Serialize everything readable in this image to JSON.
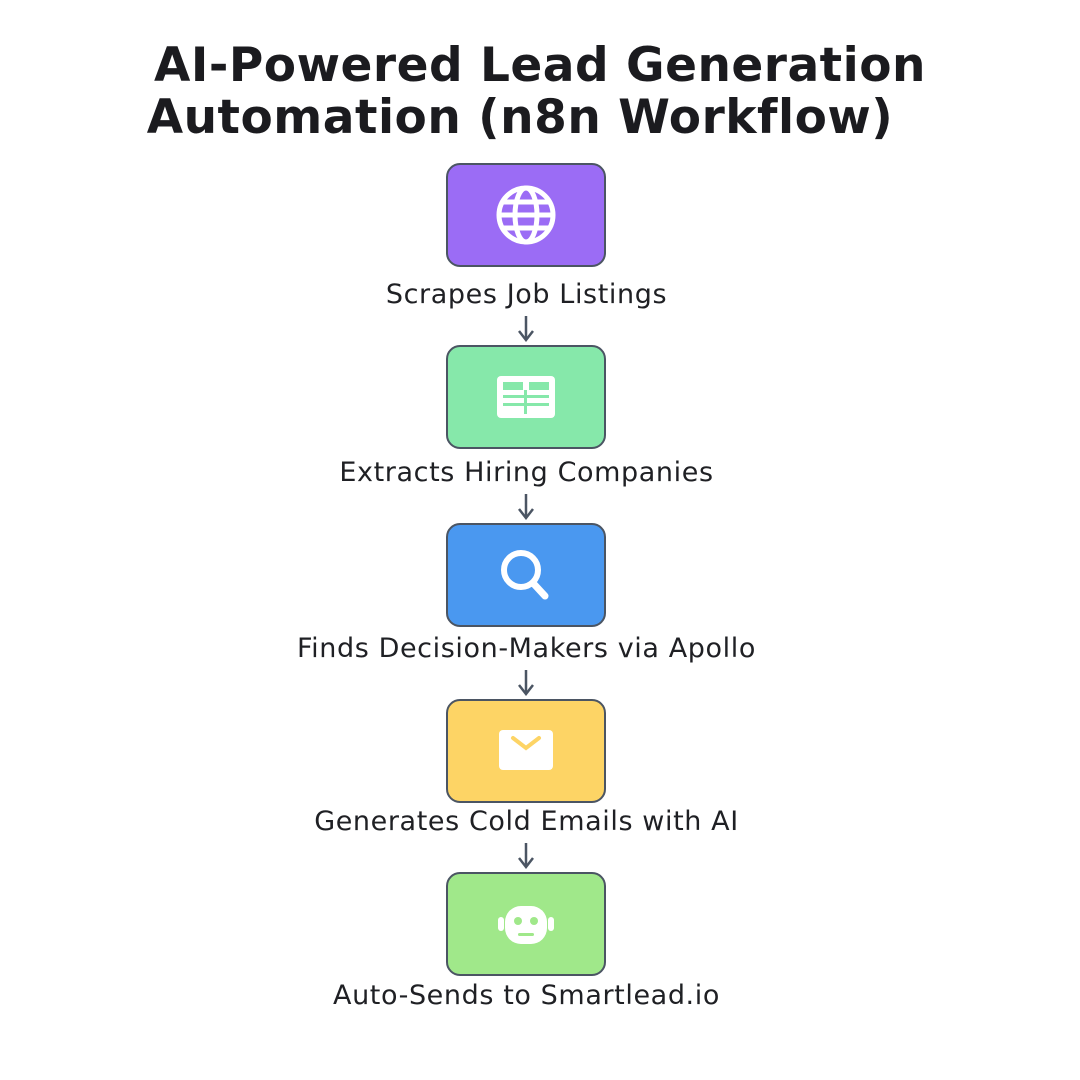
{
  "title": {
    "line1": "AI-Powered Lead Generation",
    "line2": "Automation (n8n Workflow)"
  },
  "steps": [
    {
      "label": "Scrapes Job Listings",
      "color": "#9b6cf5",
      "icon": "globe-icon"
    },
    {
      "label": "Extracts Hiring Companies",
      "color": "#86e8aa",
      "icon": "table-icon"
    },
    {
      "label": "Finds Decision-Makers via Apollo",
      "color": "#4a98f0",
      "icon": "search-icon"
    },
    {
      "label": "Generates Cold Emails with AI",
      "color": "#fdd465",
      "icon": "envelope-icon"
    },
    {
      "label": "Auto-Sends to Smartlead.io",
      "color": "#a0e88a",
      "icon": "robot-icon"
    }
  ],
  "colors": {
    "border": "#4b5563",
    "arrow": "#4b5563",
    "text": "#1b1b1f"
  }
}
